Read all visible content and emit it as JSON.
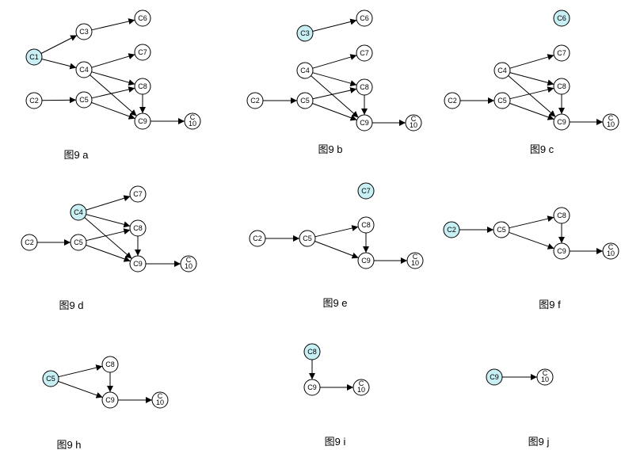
{
  "colors": {
    "highlight": "#c8f0f4",
    "plain": "#ffffff",
    "stroke": "#000000"
  },
  "diagrams": [
    {
      "caption": "图9 a",
      "nodes": [
        {
          "id": "C1",
          "lines": [
            "C1"
          ],
          "hl": true
        },
        {
          "id": "C3",
          "lines": [
            "C3"
          ],
          "hl": false
        },
        {
          "id": "C6",
          "lines": [
            "C6"
          ],
          "hl": false
        },
        {
          "id": "C4",
          "lines": [
            "C4"
          ],
          "hl": false
        },
        {
          "id": "C7",
          "lines": [
            "C7"
          ],
          "hl": false
        },
        {
          "id": "C8",
          "lines": [
            "C8"
          ],
          "hl": false
        },
        {
          "id": "C2",
          "lines": [
            "C2"
          ],
          "hl": false
        },
        {
          "id": "C5",
          "lines": [
            "C5"
          ],
          "hl": false
        },
        {
          "id": "C9",
          "lines": [
            "C9"
          ],
          "hl": false
        },
        {
          "id": "C10",
          "lines": [
            "C",
            "10"
          ],
          "hl": false
        }
      ],
      "edges": [
        [
          "C1",
          "C3"
        ],
        [
          "C1",
          "C4"
        ],
        [
          "C3",
          "C6"
        ],
        [
          "C4",
          "C7"
        ],
        [
          "C4",
          "C8"
        ],
        [
          "C4",
          "C9"
        ],
        [
          "C2",
          "C5"
        ],
        [
          "C5",
          "C8"
        ],
        [
          "C5",
          "C9"
        ],
        [
          "C8",
          "C9"
        ],
        [
          "C9",
          "C10"
        ]
      ]
    },
    {
      "caption": "图9 b",
      "nodes": [
        {
          "id": "C3",
          "lines": [
            "C3"
          ],
          "hl": true
        },
        {
          "id": "C6",
          "lines": [
            "C6"
          ],
          "hl": false
        },
        {
          "id": "C4",
          "lines": [
            "C4"
          ],
          "hl": false
        },
        {
          "id": "C7",
          "lines": [
            "C7"
          ],
          "hl": false
        },
        {
          "id": "C8",
          "lines": [
            "C8"
          ],
          "hl": false
        },
        {
          "id": "C2",
          "lines": [
            "C2"
          ],
          "hl": false
        },
        {
          "id": "C5",
          "lines": [
            "C5"
          ],
          "hl": false
        },
        {
          "id": "C9",
          "lines": [
            "C9"
          ],
          "hl": false
        },
        {
          "id": "C10",
          "lines": [
            "C",
            "10"
          ],
          "hl": false
        }
      ],
      "edges": [
        [
          "C3",
          "C6"
        ],
        [
          "C4",
          "C7"
        ],
        [
          "C4",
          "C8"
        ],
        [
          "C4",
          "C9"
        ],
        [
          "C2",
          "C5"
        ],
        [
          "C5",
          "C8"
        ],
        [
          "C5",
          "C9"
        ],
        [
          "C8",
          "C9"
        ],
        [
          "C9",
          "C10"
        ]
      ]
    },
    {
      "caption": "图9 c",
      "nodes": [
        {
          "id": "C6",
          "lines": [
            "C6"
          ],
          "hl": true
        },
        {
          "id": "C4",
          "lines": [
            "C4"
          ],
          "hl": false
        },
        {
          "id": "C7",
          "lines": [
            "C7"
          ],
          "hl": false
        },
        {
          "id": "C8",
          "lines": [
            "C8"
          ],
          "hl": false
        },
        {
          "id": "C2",
          "lines": [
            "C2"
          ],
          "hl": false
        },
        {
          "id": "C5",
          "lines": [
            "C5"
          ],
          "hl": false
        },
        {
          "id": "C9",
          "lines": [
            "C9"
          ],
          "hl": false
        },
        {
          "id": "C10",
          "lines": [
            "C",
            "10"
          ],
          "hl": false
        }
      ],
      "edges": [
        [
          "C4",
          "C7"
        ],
        [
          "C4",
          "C8"
        ],
        [
          "C4",
          "C9"
        ],
        [
          "C2",
          "C5"
        ],
        [
          "C5",
          "C8"
        ],
        [
          "C5",
          "C9"
        ],
        [
          "C8",
          "C9"
        ],
        [
          "C9",
          "C10"
        ]
      ]
    },
    {
      "caption": "图9 d",
      "nodes": [
        {
          "id": "C4",
          "lines": [
            "C4"
          ],
          "hl": true
        },
        {
          "id": "C7",
          "lines": [
            "C7"
          ],
          "hl": false
        },
        {
          "id": "C8",
          "lines": [
            "C8"
          ],
          "hl": false
        },
        {
          "id": "C2",
          "lines": [
            "C2"
          ],
          "hl": false
        },
        {
          "id": "C5",
          "lines": [
            "C5"
          ],
          "hl": false
        },
        {
          "id": "C9",
          "lines": [
            "C9"
          ],
          "hl": false
        },
        {
          "id": "C10",
          "lines": [
            "C",
            "10"
          ],
          "hl": false
        }
      ],
      "edges": [
        [
          "C4",
          "C7"
        ],
        [
          "C4",
          "C8"
        ],
        [
          "C4",
          "C9"
        ],
        [
          "C2",
          "C5"
        ],
        [
          "C5",
          "C8"
        ],
        [
          "C5",
          "C9"
        ],
        [
          "C8",
          "C9"
        ],
        [
          "C9",
          "C10"
        ]
      ]
    },
    {
      "caption": "图9 e",
      "nodes": [
        {
          "id": "C7",
          "lines": [
            "C7"
          ],
          "hl": true
        },
        {
          "id": "C2",
          "lines": [
            "C2"
          ],
          "hl": false
        },
        {
          "id": "C5",
          "lines": [
            "C5"
          ],
          "hl": false
        },
        {
          "id": "C8",
          "lines": [
            "C8"
          ],
          "hl": false
        },
        {
          "id": "C9",
          "lines": [
            "C9"
          ],
          "hl": false
        },
        {
          "id": "C10",
          "lines": [
            "C",
            "10"
          ],
          "hl": false
        }
      ],
      "edges": [
        [
          "C2",
          "C5"
        ],
        [
          "C5",
          "C8"
        ],
        [
          "C5",
          "C9"
        ],
        [
          "C8",
          "C9"
        ],
        [
          "C9",
          "C10"
        ]
      ]
    },
    {
      "caption": "图9 f",
      "nodes": [
        {
          "id": "C2",
          "lines": [
            "C2"
          ],
          "hl": true
        },
        {
          "id": "C5",
          "lines": [
            "C5"
          ],
          "hl": false
        },
        {
          "id": "C8",
          "lines": [
            "C8"
          ],
          "hl": false
        },
        {
          "id": "C9",
          "lines": [
            "C9"
          ],
          "hl": false
        },
        {
          "id": "C10",
          "lines": [
            "C",
            "10"
          ],
          "hl": false
        }
      ],
      "edges": [
        [
          "C2",
          "C5"
        ],
        [
          "C5",
          "C8"
        ],
        [
          "C5",
          "C9"
        ],
        [
          "C8",
          "C9"
        ],
        [
          "C9",
          "C10"
        ]
      ]
    },
    {
      "caption": "图9 h",
      "nodes": [
        {
          "id": "C5",
          "lines": [
            "C5"
          ],
          "hl": true
        },
        {
          "id": "C8",
          "lines": [
            "C8"
          ],
          "hl": false
        },
        {
          "id": "C9",
          "lines": [
            "C9"
          ],
          "hl": false
        },
        {
          "id": "C10",
          "lines": [
            "C",
            "10"
          ],
          "hl": false
        }
      ],
      "edges": [
        [
          "C5",
          "C8"
        ],
        [
          "C5",
          "C9"
        ],
        [
          "C8",
          "C9"
        ],
        [
          "C9",
          "C10"
        ]
      ]
    },
    {
      "caption": "图9 i",
      "nodes": [
        {
          "id": "C8",
          "lines": [
            "C8"
          ],
          "hl": true
        },
        {
          "id": "C9",
          "lines": [
            "C9"
          ],
          "hl": false
        },
        {
          "id": "C10",
          "lines": [
            "C",
            "10"
          ],
          "hl": false
        }
      ],
      "edges": [
        [
          "C8",
          "C9"
        ],
        [
          "C9",
          "C10"
        ]
      ]
    },
    {
      "caption": "图9 j",
      "nodes": [
        {
          "id": "C9",
          "lines": [
            "C9"
          ],
          "hl": true
        },
        {
          "id": "C10",
          "lines": [
            "C",
            "10"
          ],
          "hl": false
        }
      ],
      "edges": [
        [
          "C9",
          "C10"
        ]
      ]
    }
  ]
}
